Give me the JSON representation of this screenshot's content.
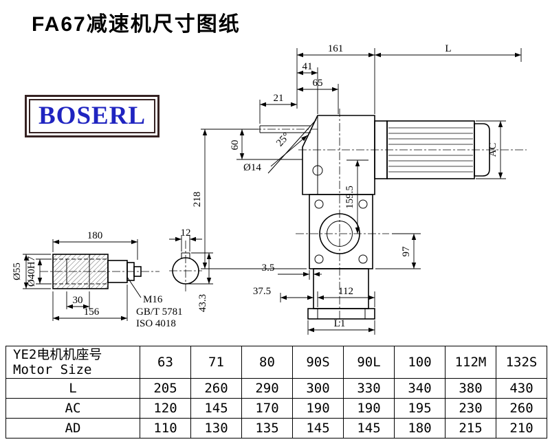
{
  "title": "FA67减速机尺寸图纸",
  "logo": {
    "text": "BOSERL"
  },
  "colors": {
    "bg": "#ffffff",
    "text": "#000000",
    "line": "#000000",
    "logo-text": "#1f24c0",
    "logo-border": "#352222"
  },
  "main_view": {
    "dim_161": "161",
    "dim_L": "L",
    "dim_41": "41",
    "dim_65": "65",
    "dim_21": "21",
    "dim_60": "60",
    "dim_dia14": "Ø14",
    "dim_angle": "25°",
    "dim_218": "218",
    "dim_159_5": "159.5",
    "dim_AC": "AC",
    "dim_97": "97",
    "dim_3_5": "3.5",
    "dim_37_5": "37.5",
    "dim_112": "112",
    "dim_L1": "L1"
  },
  "shaft_view": {
    "dim_180": "180",
    "dim_12": "12",
    "dim_dia55": "Ø55",
    "dim_dia40": "Ø40H7",
    "dim_30": "30",
    "dim_156": "156",
    "dim_43_3": "43.3",
    "label_m16": "M16",
    "label_gbt": "GB/T 5781",
    "label_iso": "ISO 4018"
  },
  "table": {
    "header": {
      "line1": "YE2电机机座号",
      "line2": "Motor Size"
    },
    "columns": [
      "63",
      "71",
      "80",
      "90S",
      "90L",
      "100",
      "112M",
      "132S"
    ],
    "rows": [
      {
        "label": "L",
        "values": [
          "205",
          "260",
          "290",
          "300",
          "330",
          "340",
          "380",
          "430"
        ]
      },
      {
        "label": "AC",
        "values": [
          "120",
          "145",
          "170",
          "190",
          "190",
          "195",
          "230",
          "260"
        ]
      },
      {
        "label": "AD",
        "values": [
          "110",
          "130",
          "135",
          "145",
          "145",
          "180",
          "215",
          "210"
        ]
      }
    ]
  }
}
